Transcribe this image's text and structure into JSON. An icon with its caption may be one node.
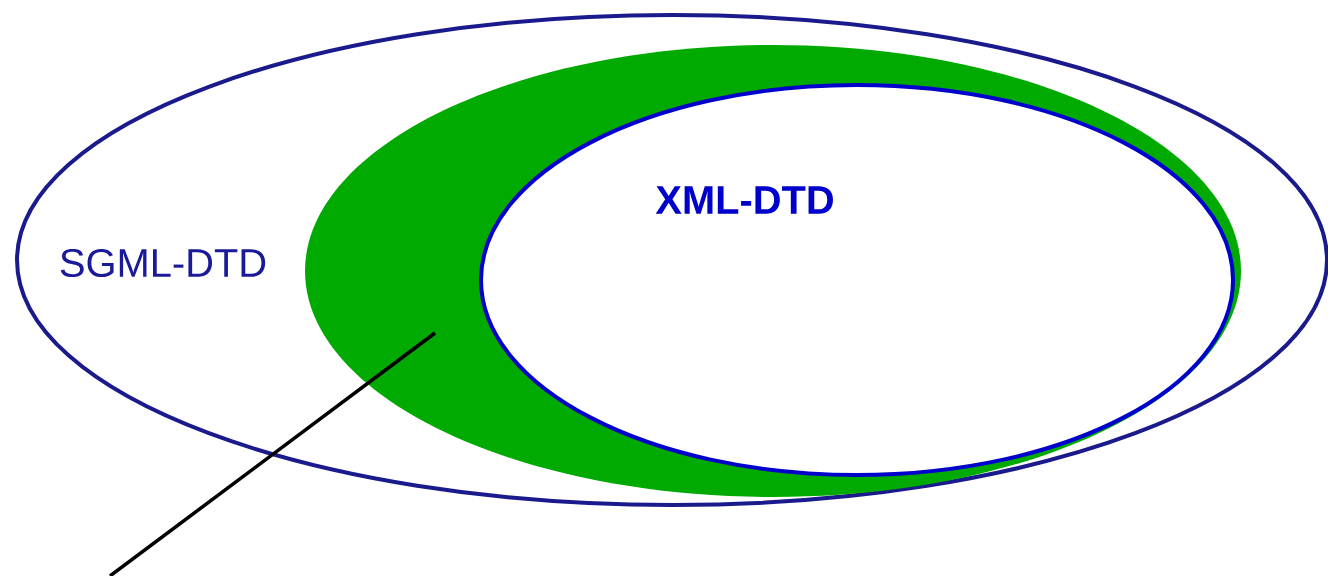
{
  "diagram": {
    "nodes": [
      {
        "text": [
          "SGML-DTD"
        ]
      },
      {
        "text": [],
        "shape": "ellipse",
        "in": 0
      },
      {
        "text": [
          "XML-DTD"
        ],
        "in": 1
      }
    ],
    "edges": [
      {
        "from": null,
        "to": 1,
        "arrow": "none"
      }
    ]
  }
}
